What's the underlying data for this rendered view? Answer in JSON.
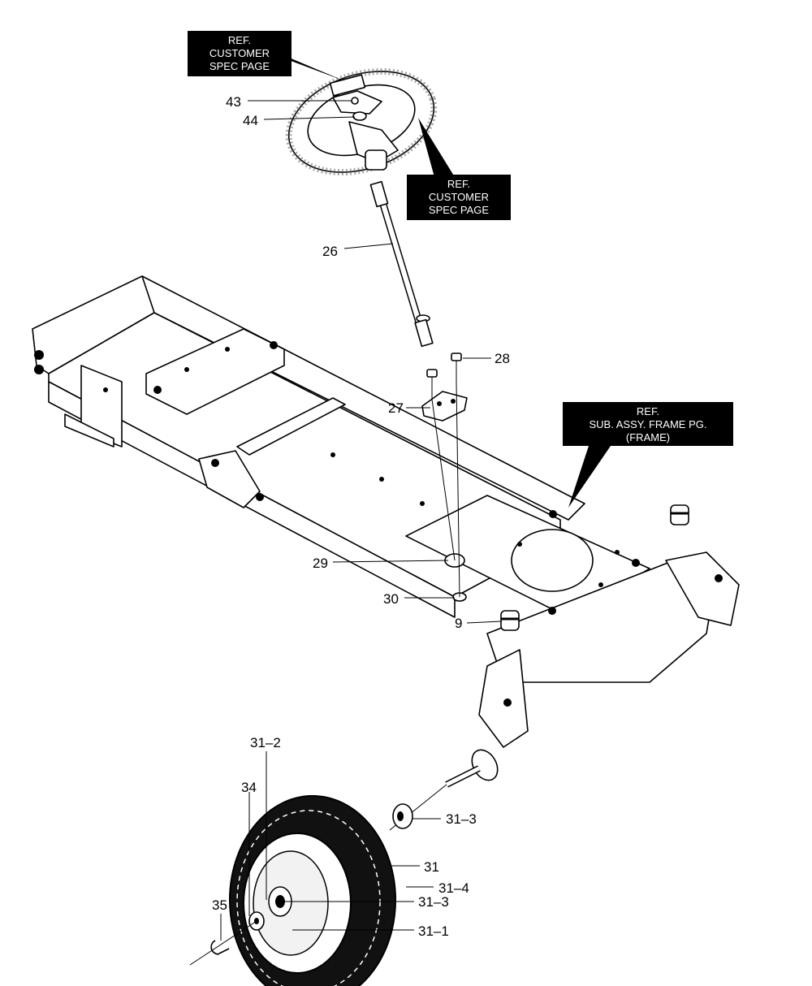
{
  "ref_boxes": {
    "steering_wheel_top": [
      "REF.",
      "CUSTOMER",
      "SPEC PAGE"
    ],
    "steering_wheel_side": [
      "REF.",
      "CUSTOMER",
      "SPEC PAGE"
    ],
    "frame": [
      "REF.",
      "SUB. ASSY. FRAME PG.",
      "(FRAME)"
    ]
  },
  "callouts": {
    "c43": "43",
    "c44": "44",
    "c26": "26",
    "c28": "28",
    "c27": "27",
    "c29": "29",
    "c30": "30",
    "c9": "9",
    "c31_2": "31–2",
    "c34": "34",
    "c31_3a": "31–3",
    "c31": "31",
    "c31_4": "31–4",
    "c31_3b": "31–3",
    "c35": "35",
    "c31_1": "31–1"
  },
  "colors": {
    "line": "#000000",
    "ref_box_fill": "#000000",
    "ref_box_text": "#ffffff",
    "background": "#ffffff"
  }
}
